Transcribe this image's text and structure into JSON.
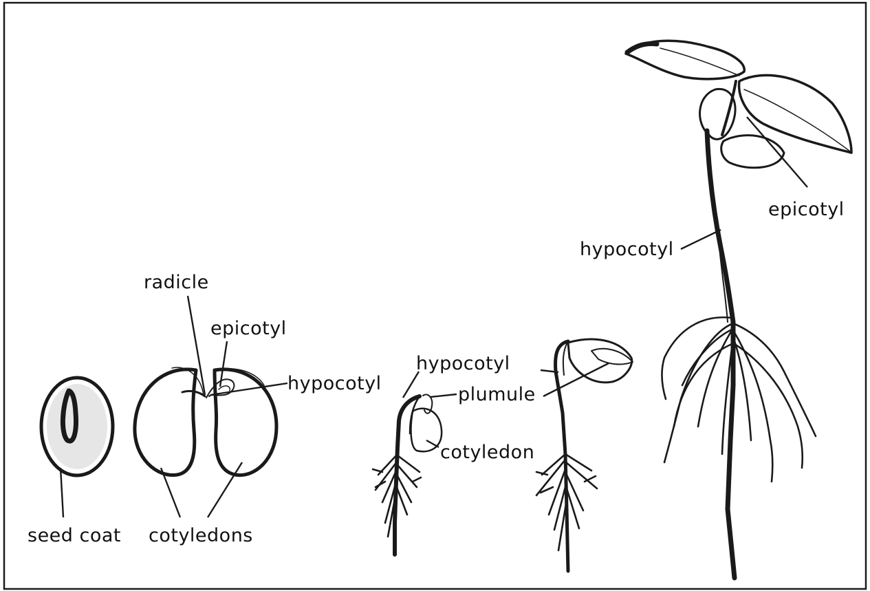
{
  "labels": {
    "seed_coat": "seed coat",
    "cotyledons": "cotyledons",
    "radicle": "radicle",
    "epicotyl_seed": "epicotyl",
    "hypocotyl_seed": "hypocotyl",
    "hypocotyl_young": "hypocotyl",
    "plumule": "plumule",
    "cotyledon": "cotyledon",
    "hypocotyl_mature": "hypocotyl",
    "epicotyl_mature": "epicotyl"
  },
  "colors": {
    "ink": "#1a1a1a",
    "paper": "#ffffff",
    "shading": "#cfcfcf"
  }
}
